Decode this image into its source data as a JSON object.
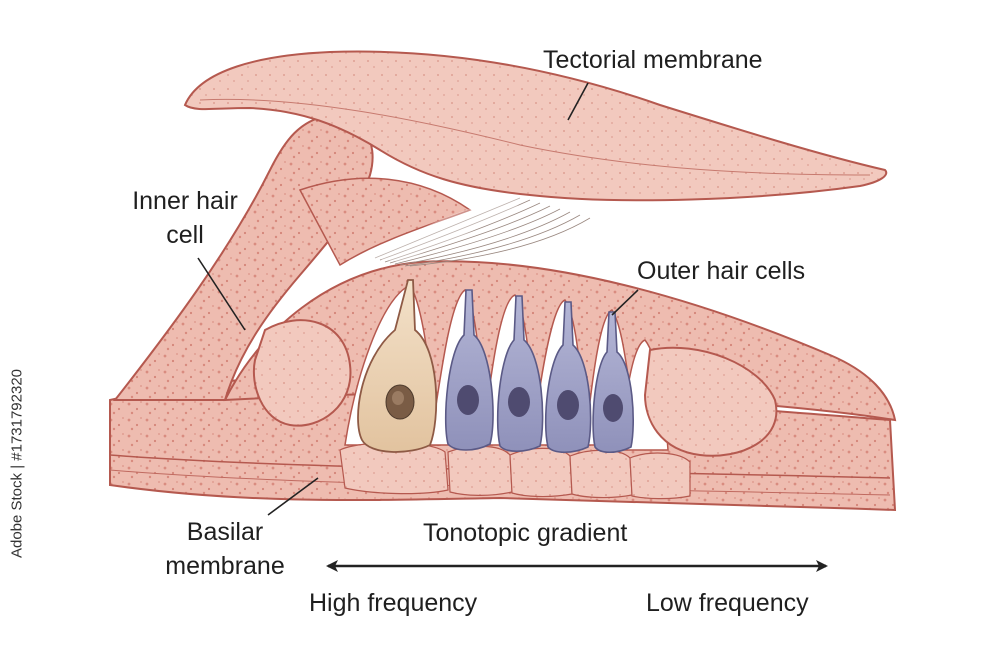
{
  "labels": {
    "tectorial_membrane": "Tectorial membrane",
    "inner_hair_cell_line1": "Inner hair",
    "inner_hair_cell_line2": "cell",
    "outer_hair_cells": "Outer hair cells",
    "basilar_membrane_line1": "Basilar",
    "basilar_membrane_line2": "membrane",
    "tonotopic_gradient": "Tonotopic gradient",
    "high_frequency": "High frequency",
    "low_frequency": "Low frequency"
  },
  "watermark": "Adobe Stock | #1731792320",
  "colors": {
    "tissue": "#eab4a8",
    "tissue_outline": "#b5594f",
    "inner_hair_cell": "#e8cfb0",
    "outer_hair_cell": "#9d9fc4",
    "nucleus": "#5a5678",
    "arrow": "#222222"
  },
  "outer_hair_cell_count": 4
}
